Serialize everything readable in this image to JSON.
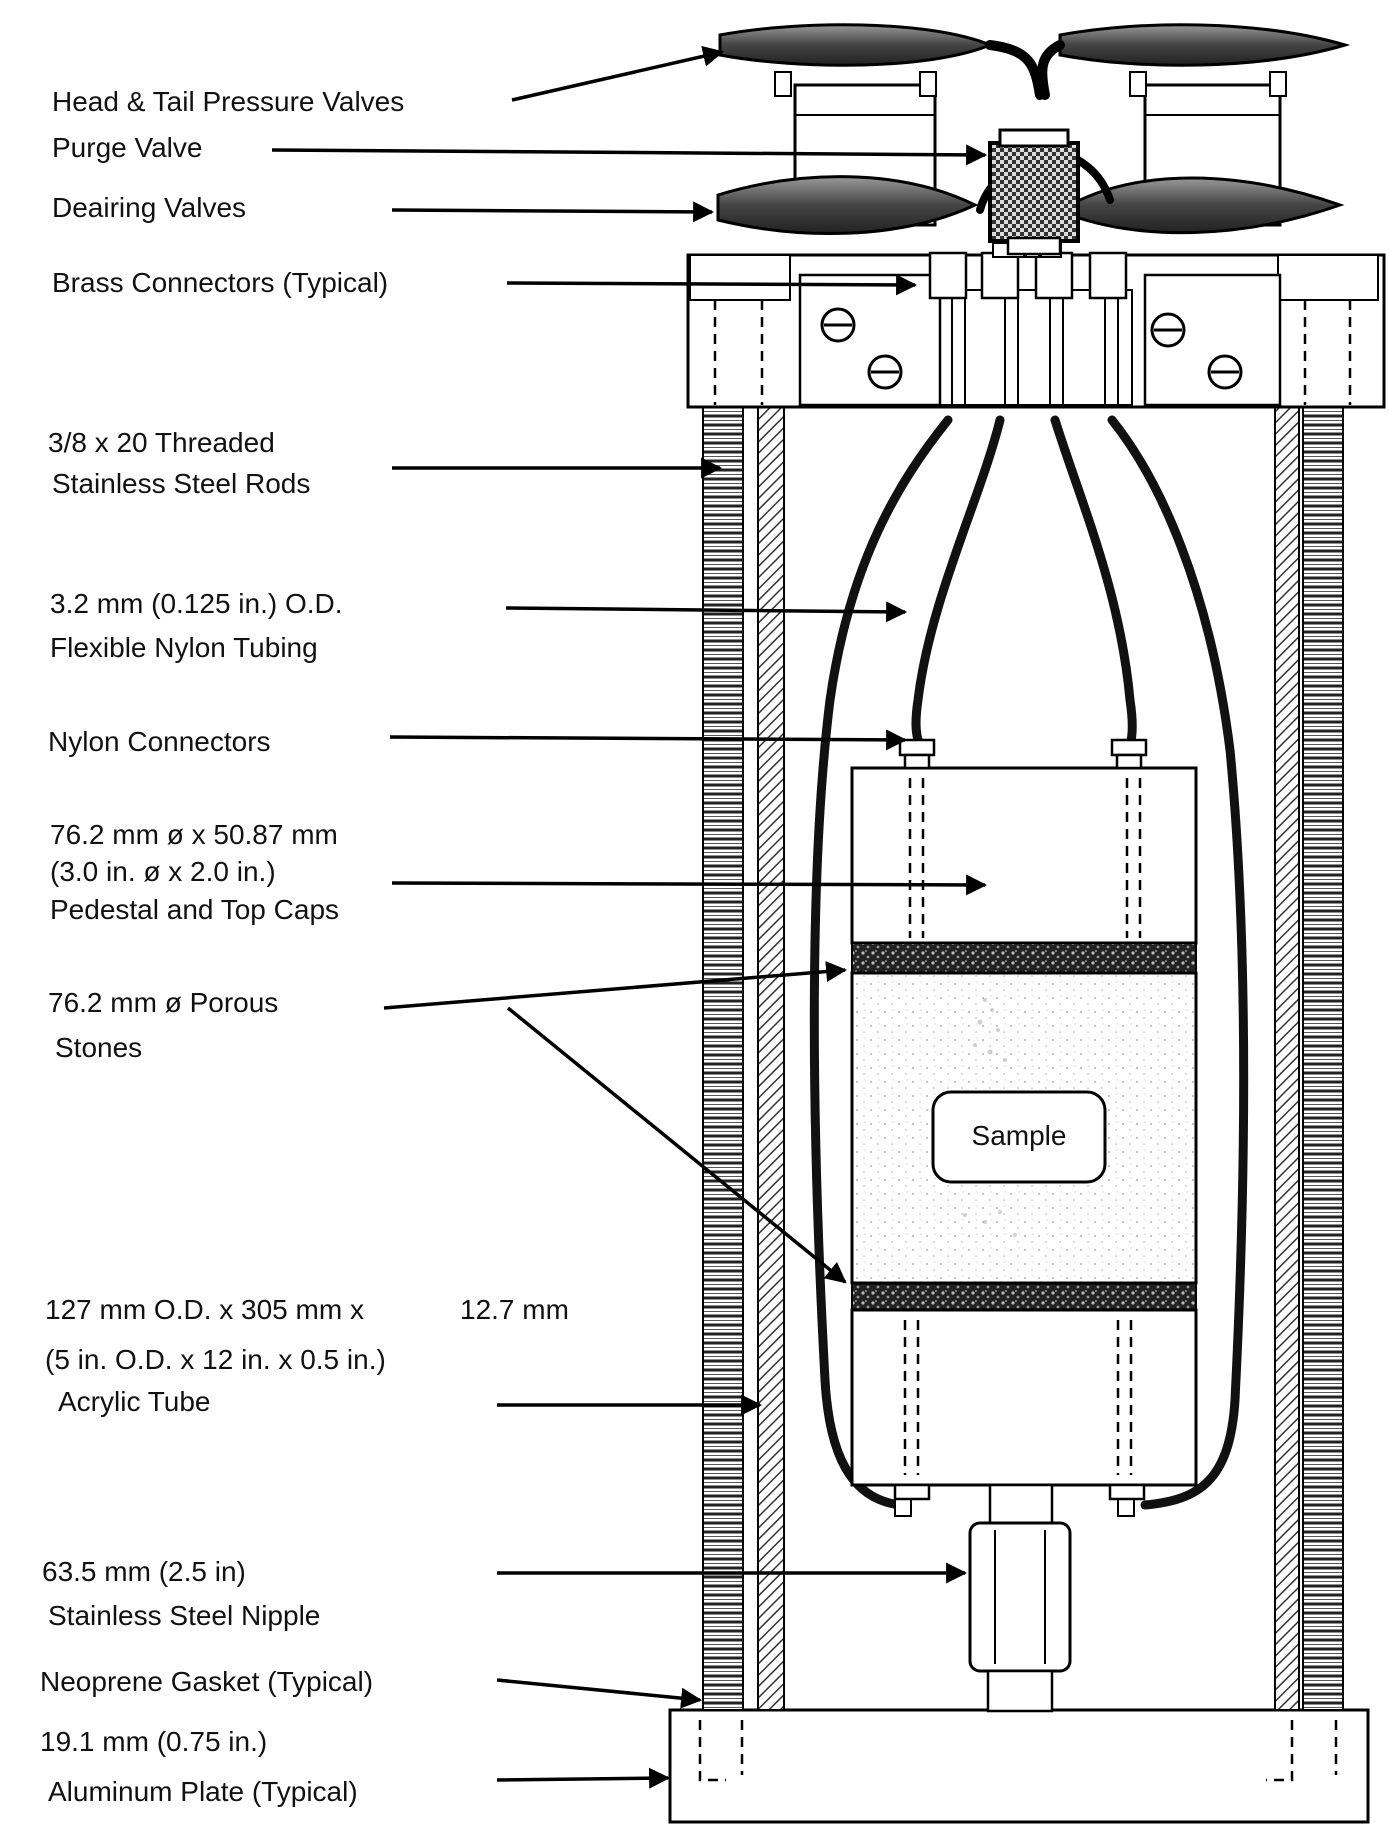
{
  "labels": {
    "head_tail_valves": "Head & Tail Pressure Valves",
    "purge_valve": "Purge Valve",
    "deairing_valves": "Deairing Valves",
    "brass_connectors": "Brass Connectors (Typical)",
    "rods_line1": "3/8 x 20 Threaded",
    "rods_line2": "Stainless Steel Rods",
    "tubing_line1": "3.2 mm (0.125 in.) O.D.",
    "tubing_line2": "Flexible Nylon Tubing",
    "nylon_connectors": "Nylon Connectors",
    "caps_line1": "76.2 mm ø x 50.87 mm",
    "caps_line2": "(3.0 in. ø x 2.0 in.)",
    "caps_line3": "Pedestal and Top Caps",
    "stones_line1": "76.2 mm ø Porous",
    "stones_line2": "Stones",
    "tube_line1a": "127 mm O.D. x 305 mm x",
    "tube_line1b": "12.7 mm",
    "tube_line2": "(5 in. O.D. x 12 in. x 0.5 in.)",
    "tube_line3": "Acrylic Tube",
    "nipple_line1": "63.5 mm (2.5 in)",
    "nipple_line2": "Stainless Steel Nipple",
    "gasket": "Neoprene Gasket (Typical)",
    "plate_line1": "19.1 mm (0.75 in.)",
    "plate_line2": "Aluminum Plate (Typical)",
    "sample": "Sample"
  }
}
